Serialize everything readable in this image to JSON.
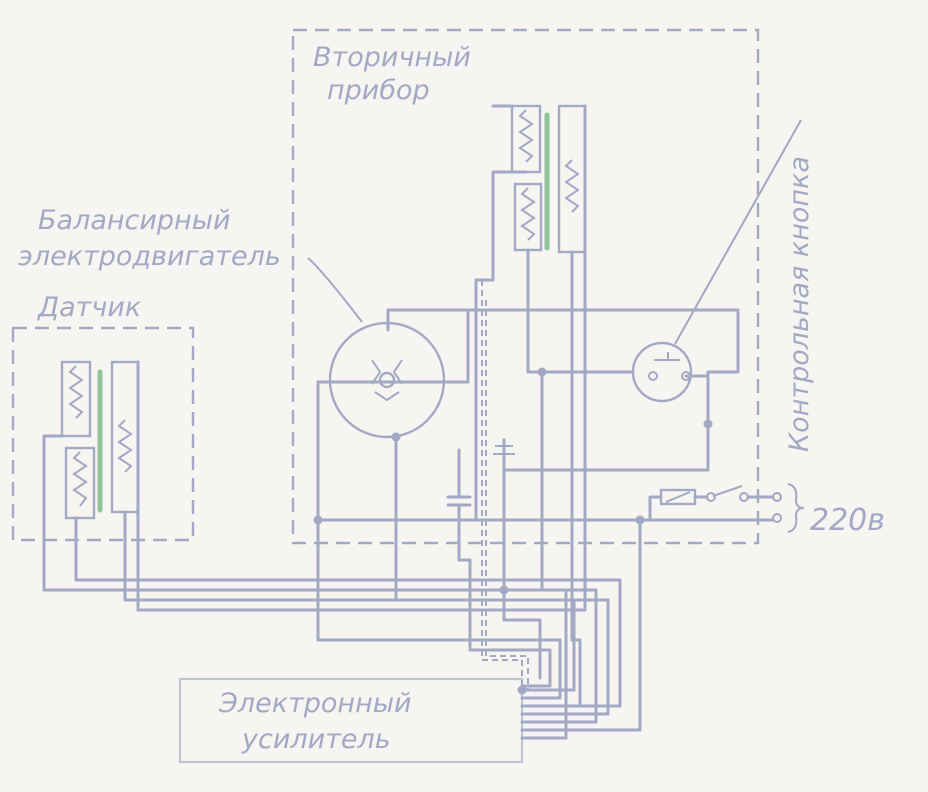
{
  "labels": {
    "secondary_line1": "Вторичный",
    "secondary_line2": "прибор",
    "motor_line1": "Балансирный",
    "motor_line2": "электродвигатель",
    "sensor": "Датчик",
    "test_button": "Контрольная кнопка",
    "supply": "220в",
    "amplifier_line1": "Электронный",
    "amplifier_line2": "усилитель"
  },
  "colors": {
    "line": "#a3a8c4",
    "core": "#8fc49a",
    "background": "#f6f5f1"
  }
}
